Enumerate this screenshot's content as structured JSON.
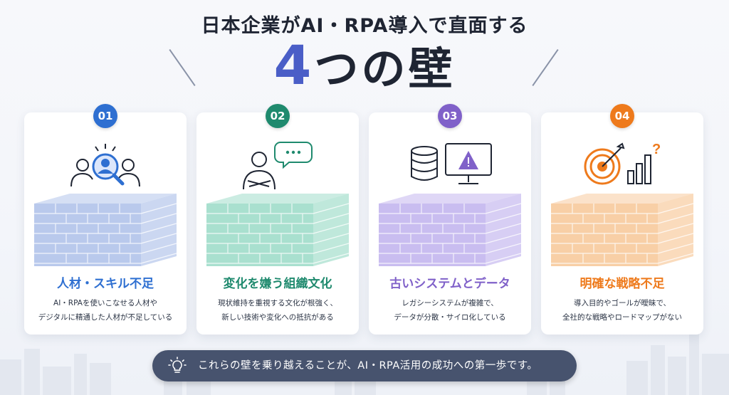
{
  "header": {
    "subtitle": "日本企業がAI・RPA導入で直面する",
    "title_number": "4",
    "title_rest": "つの壁"
  },
  "cards": [
    {
      "number": "01",
      "color": "#2e6fd1",
      "wall_color": "#b9c9ec",
      "icon": "people-search-icon",
      "title": "人材・スキル不足",
      "desc_line1": "AI・RPAを使いこなせる人材や",
      "desc_line2": "デジタルに精通した人材が不足している"
    },
    {
      "number": "02",
      "color": "#1f8a6e",
      "wall_color": "#a9e0cf",
      "icon": "crossed-arms-person-with-speech-bubble-icon",
      "title": "変化を嫌う組織文化",
      "desc_line1": "現状維持を重視する文化が根強く、",
      "desc_line2": "新しい技術や変化への抵抗がある"
    },
    {
      "number": "03",
      "color": "#8061c9",
      "wall_color": "#c9bdf0",
      "icon": "database-warning-monitor-icon",
      "title": "古いシステムとデータ",
      "desc_line1": "レガシーシステムが複雑で、",
      "desc_line2": "データが分散・サイロ化している"
    },
    {
      "number": "04",
      "color": "#ee7a1c",
      "wall_color": "#f8cfa6",
      "icon": "target-chart-question-icon",
      "title": "明確な戦略不足",
      "desc_line1": "導入目的やゴールが曖昧で、",
      "desc_line2": "全社的な戦略やロードマップがない"
    }
  ],
  "footer": {
    "icon": "lightbulb-icon",
    "text": "これらの壁を乗り越えることが、AI・RPA活用の成功への第一歩です。"
  }
}
